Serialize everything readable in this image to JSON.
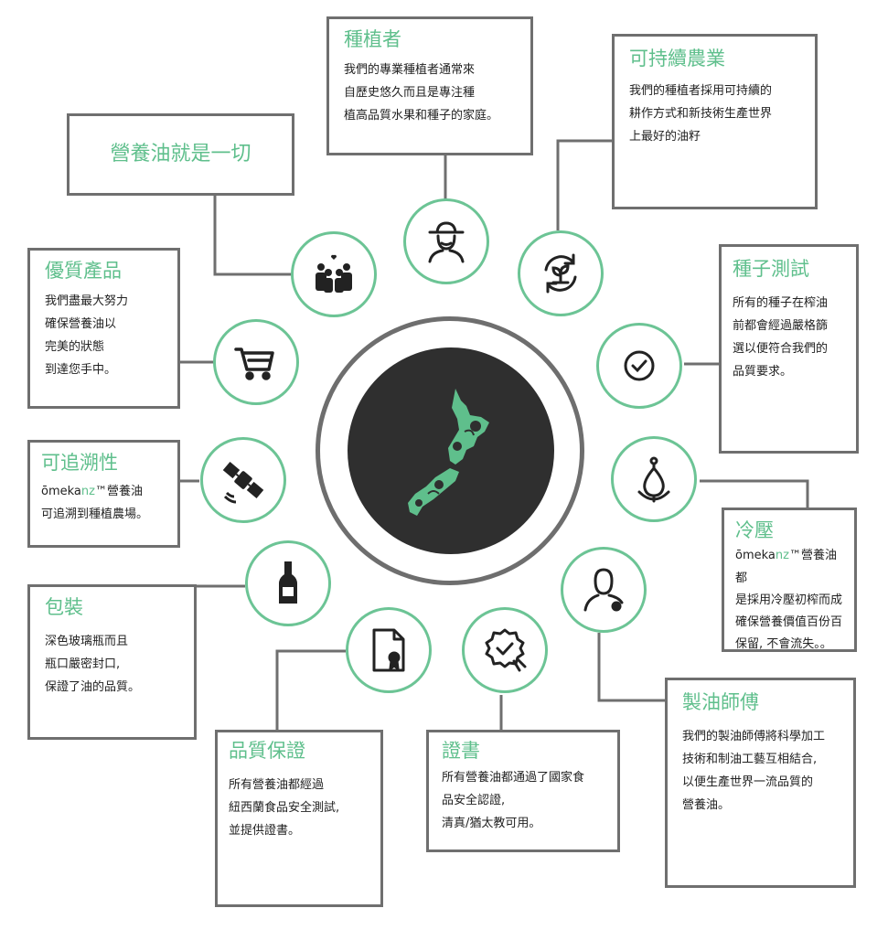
{
  "center": {
    "icon": "new-zealand-map-icon"
  },
  "colors": {
    "accent": "#5fbf8c",
    "ring": "#6cc495",
    "border": "#6f6f6f",
    "dark": "#2f2f2f"
  },
  "boxes": {
    "growers": {
      "title": "種植者",
      "body": "我們的專業種植者通常來\n自歷史悠久而且是專注種\n植高品質水果和種子的家庭。"
    },
    "sustainable": {
      "title": "可持續農業",
      "body": "我們的種植者採用可持續的\n耕作方式和新技術生產世界\n上最好的油籽"
    },
    "everything": {
      "title": "營養油就是一切"
    },
    "quality": {
      "title": "優質產品",
      "body": "我們盡最大努力\n確保營養油以\n完美的狀態\n到達您手中。"
    },
    "seed_test": {
      "title": "種子測試",
      "body": "所有的種子在榨油\n前都會經過嚴格篩\n選以便符合我們的\n品質要求。"
    },
    "traceable": {
      "title": "可追溯性",
      "brand_a": "ōmeka",
      "brand_b": "nz",
      "brand_c": "™營養油",
      "body": "可追溯到種植農場。"
    },
    "cold_press": {
      "title": "冷壓",
      "brand_a": "ōmeka",
      "brand_b": "nz",
      "brand_c": "™營養油都",
      "body": "是採用冷壓初榨而成\n確保營養價值百份百\n保留, 不會流失。。"
    },
    "packaging": {
      "title": "包裝",
      "body": "深色玻璃瓶而且\n瓶口嚴密封口,\n保證了油的品質。"
    },
    "oil_master": {
      "title": "製油師傅",
      "body": "我們的製油師傅將科學加工\n技術和制油工藝互相結合,\n以便生產世界一流品質的\n營養油。"
    },
    "assurance": {
      "title": "品質保證",
      "body": "所有營養油都經過\n紐西蘭食品安全測試,\n並提供證書。"
    },
    "certification": {
      "title": "證書",
      "body": "所有營養油都通過了國家食\n品安全認證,\n清真/猶太教可用。"
    }
  },
  "icons": [
    "farmer-icon",
    "recycle-seedling-icon",
    "family-icon",
    "check-circle-icon",
    "shopping-cart-icon",
    "oil-drop-press-icon",
    "satellite-icon",
    "oil-master-icon",
    "bottle-icon",
    "certified-badge-icon",
    "certificate-document-icon"
  ]
}
